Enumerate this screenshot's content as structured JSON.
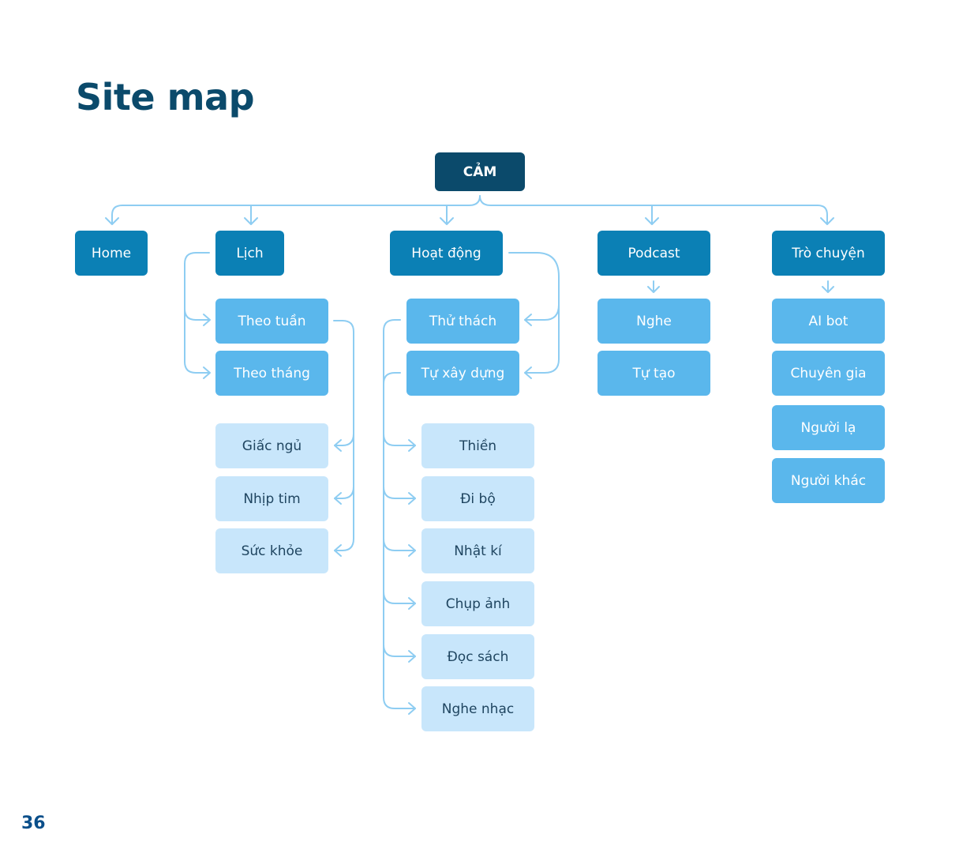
{
  "page": {
    "title": "Site map",
    "page_number": "36"
  },
  "colors": {
    "title": "#0b4a6b",
    "root": "#0b4a6b",
    "level1": "#0b80b5",
    "level2": "#5ab7ec",
    "level3": "#c8e6fb",
    "connector": "#8ecdf2"
  },
  "sitemap": {
    "root": "CẢM",
    "home": {
      "label": "Home"
    },
    "lich": {
      "label": "Lịch",
      "children": [
        "Theo tuần",
        "Theo tháng"
      ],
      "details": [
        "Giấc ngủ",
        "Nhịp tim",
        "Sức khỏe"
      ]
    },
    "hoat_dong": {
      "label": "Hoạt động",
      "children": [
        "Thử thách",
        "Tự xây dựng"
      ],
      "details": [
        "Thiền",
        "Đi bộ",
        "Nhật kí",
        "Chụp ảnh",
        "Đọc sách",
        "Nghe nhạc"
      ]
    },
    "podcast": {
      "label": "Podcast",
      "children": [
        "Nghe",
        "Tự tạo"
      ]
    },
    "tro_chuyen": {
      "label": "Trò chuyện",
      "children": [
        "AI bot",
        "Chuyên gia",
        "Người lạ",
        "Người khác"
      ]
    }
  }
}
